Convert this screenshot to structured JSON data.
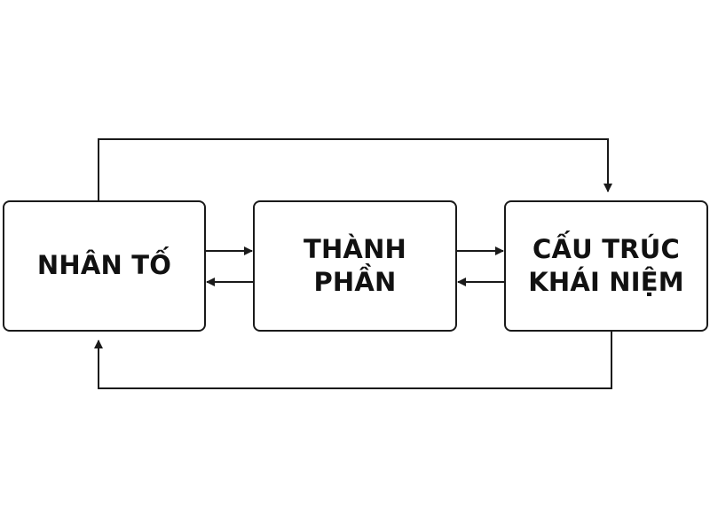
{
  "diagram": {
    "nodes": [
      {
        "id": "nhan-to",
        "lines": [
          "NHÂN TỐ"
        ]
      },
      {
        "id": "thanh-phan",
        "lines": [
          "THÀNH",
          "PHẦN"
        ]
      },
      {
        "id": "cau-truc",
        "lines": [
          "CẤU TRÚC",
          "KHÁI NIỆM"
        ]
      }
    ],
    "edges": [
      {
        "from": "nhan-to",
        "to": "thanh-phan"
      },
      {
        "from": "thanh-phan",
        "to": "nhan-to"
      },
      {
        "from": "thanh-phan",
        "to": "cau-truc"
      },
      {
        "from": "cau-truc",
        "to": "thanh-phan"
      },
      {
        "from": "nhan-to",
        "to": "cau-truc",
        "route": "over-top"
      },
      {
        "from": "cau-truc",
        "to": "nhan-to",
        "route": "under-bottom"
      }
    ],
    "colors": {
      "stroke": "#1a1a1a",
      "text": "#111111",
      "background": "#ffffff"
    }
  }
}
